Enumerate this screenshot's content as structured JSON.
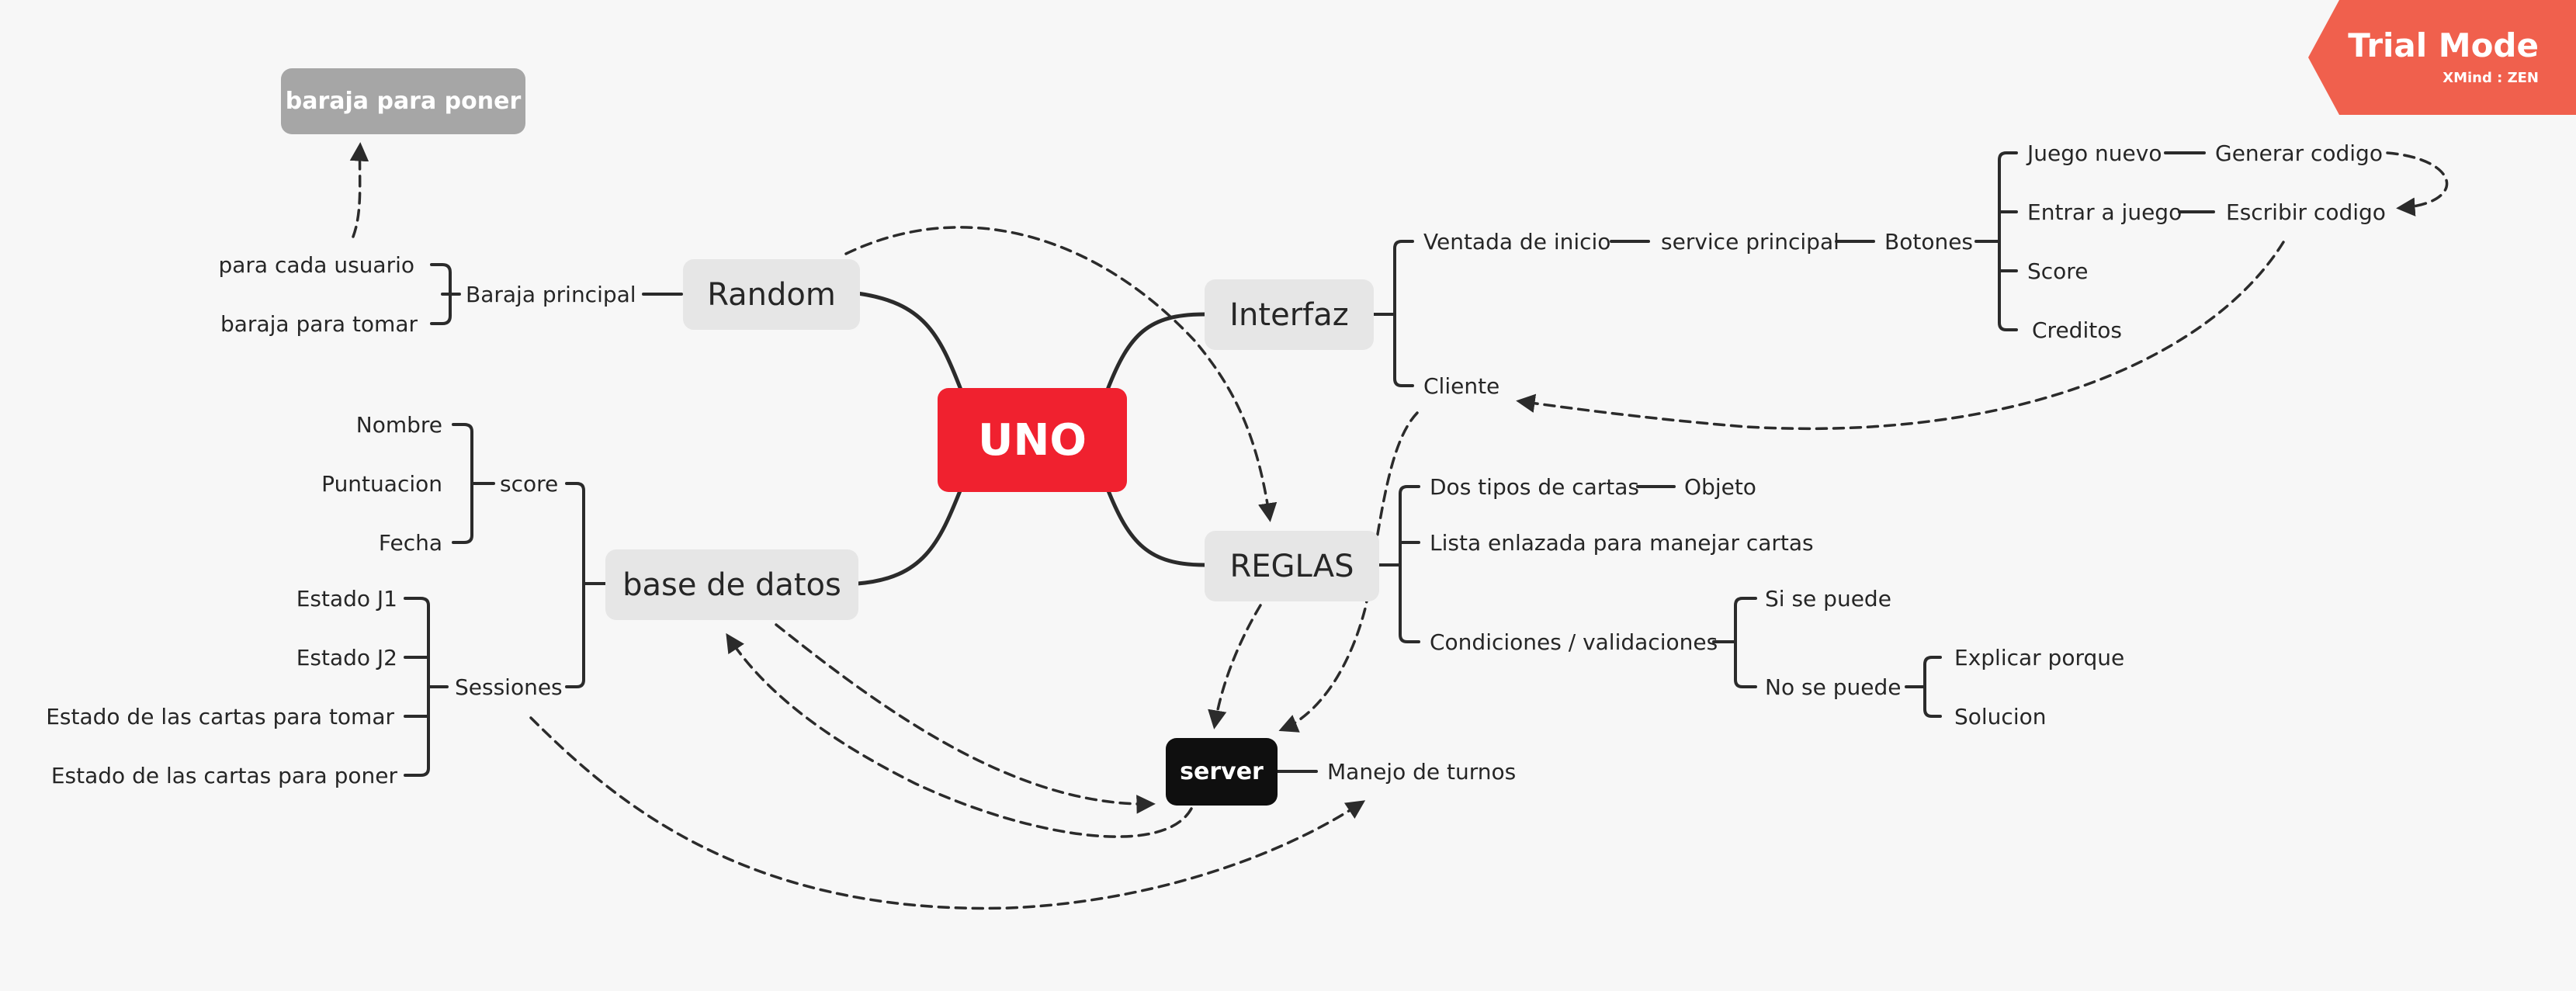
{
  "colors": {
    "central": "#f0212f",
    "main_topic_bg": "#e6e6e6",
    "line": "#2b2b2b",
    "server": "#0f0f0f",
    "floating": "#a6a6a6",
    "badge": "#f0604d",
    "background": "#f7f7f7"
  },
  "central": "UNO",
  "topics": {
    "random": "Random",
    "interfaz": "Interfaz",
    "reglas": "REGLAS",
    "base_datos": "base de datos"
  },
  "random": {
    "baraja_principal": "Baraja principal",
    "para_cada_usuario": "para cada usuario",
    "baraja_para_tomar": "baraja para tomar",
    "floating": "baraja para poner"
  },
  "interfaz": {
    "ventada_inicio": "Ventada de inicio",
    "service_principal": "service principal",
    "botones": "Botones",
    "juego_nuevo": "Juego nuevo",
    "generar_codigo": "Generar codigo",
    "entrar_juego": "Entrar a juego",
    "escribir_codigo": "Escribir codigo",
    "score": "Score",
    "creditos": "Creditos",
    "cliente": "Cliente"
  },
  "reglas": {
    "dos_tipos": "Dos tipos de cartas",
    "objeto": "Objeto",
    "lista_enlazada": "Lista enlazada para manejar cartas",
    "condiciones": "Condiciones / validaciones",
    "si_se_puede": "Si se puede",
    "no_se_puede": "No se puede",
    "explicar": "Explicar porque",
    "solucion": "Solucion"
  },
  "base_datos": {
    "score": "score",
    "nombre": "Nombre",
    "puntuacion": "Puntuacion",
    "fecha": "Fecha",
    "sessiones": "Sessiones",
    "estado_j1": "Estado J1",
    "estado_j2": "Estado J2",
    "estado_tomar": "Estado de las cartas para tomar",
    "estado_poner": "Estado de las cartas para poner"
  },
  "server": {
    "label": "server",
    "manejo_turnos": "Manejo de turnos"
  },
  "badge": {
    "title": "Trial Mode",
    "subtitle": "XMind : ZEN"
  }
}
